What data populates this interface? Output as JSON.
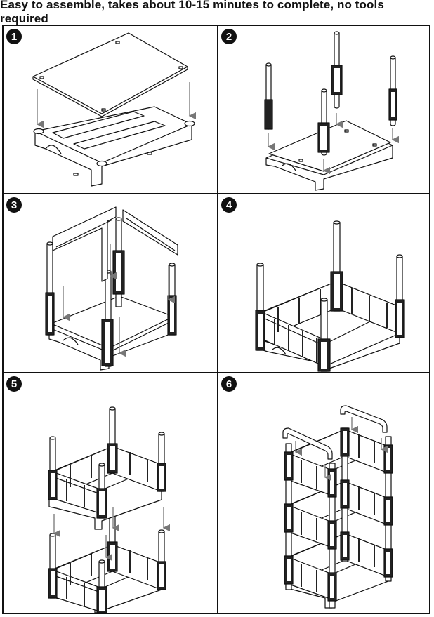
{
  "header": {
    "title": "Easy to assemble, takes about 10-15 minutes to complete, no tools required"
  },
  "steps": [
    {
      "number": "1"
    },
    {
      "number": "2"
    },
    {
      "number": "3"
    },
    {
      "number": "4"
    },
    {
      "number": "5"
    },
    {
      "number": "6"
    }
  ],
  "colors": {
    "line": "#111111",
    "arrow": "#777777",
    "panel": "#ffffff",
    "background": "#ffffff"
  }
}
